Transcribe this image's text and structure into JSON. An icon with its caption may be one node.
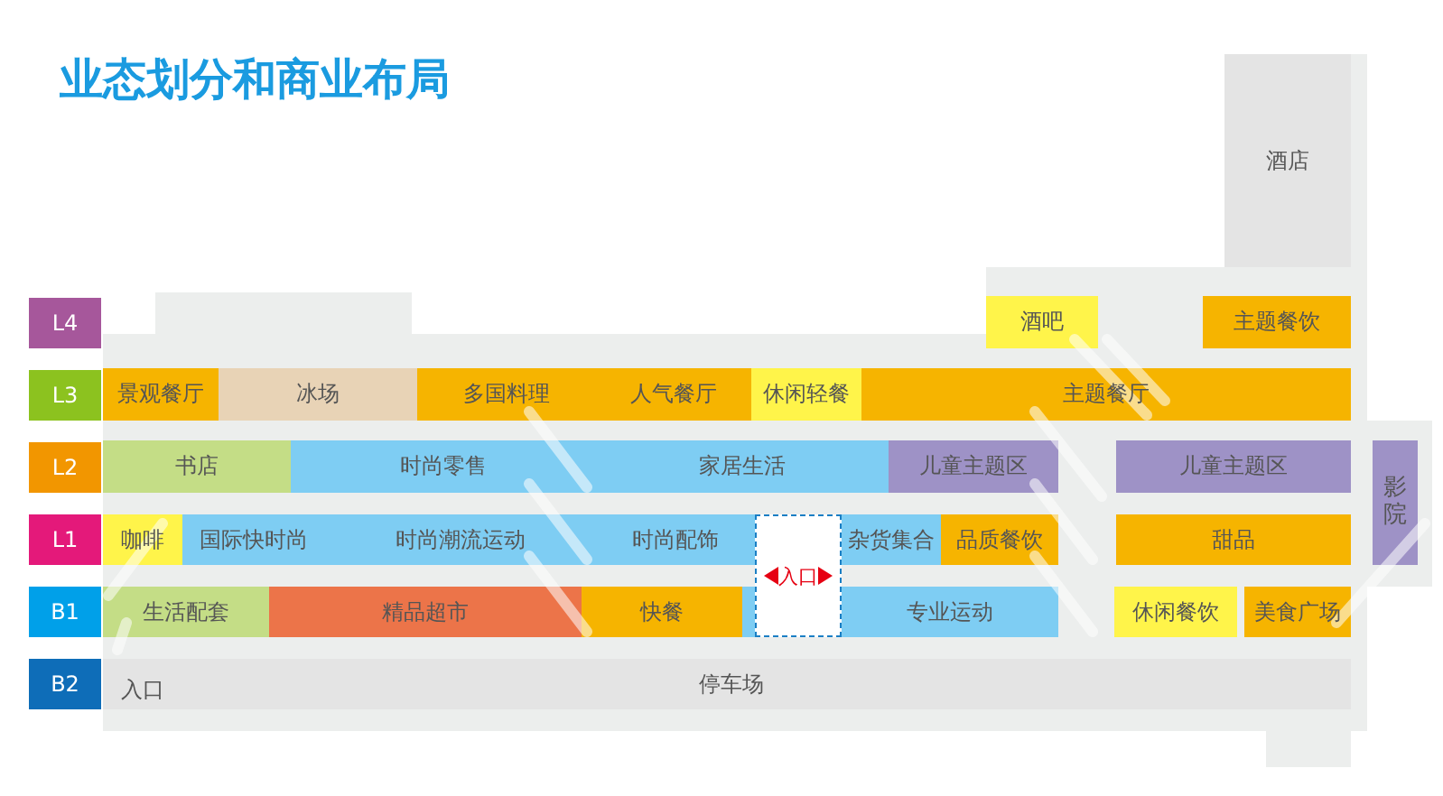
{
  "diagram": {
    "title": "业态划分和商业布局",
    "nodes": [
      {
        "text": [
          "酒店"
        ]
      },
      {
        "text": [
          "L4"
        ]
      },
      {
        "text": [
          "酒吧"
        ]
      },
      {
        "text": [
          "主题餐饮"
        ]
      },
      {
        "text": [
          "L3"
        ]
      },
      {
        "text": [
          "景观餐厅"
        ]
      },
      {
        "text": [
          "冰场"
        ]
      },
      {
        "text": [
          "多国料理"
        ]
      },
      {
        "text": [
          "人气餐厅"
        ]
      },
      {
        "text": [
          "休闲轻餐"
        ]
      },
      {
        "text": [
          "主题餐厅"
        ]
      },
      {
        "text": [
          "L2"
        ]
      },
      {
        "text": [
          "书店"
        ]
      },
      {
        "text": [
          "时尚零售"
        ]
      },
      {
        "text": [
          "家居生活"
        ]
      },
      {
        "text": [
          "儿童主题区"
        ]
      },
      {
        "text": [
          "儿童主题区"
        ]
      },
      {
        "text": [
          "影院"
        ]
      },
      {
        "text": [
          "L1"
        ]
      },
      {
        "text": [
          "咖啡"
        ]
      },
      {
        "text": [
          "国际快时尚"
        ]
      },
      {
        "text": [
          "时尚潮流运动"
        ]
      },
      {
        "text": [
          "时尚配饰"
        ]
      },
      {
        "text": [
          "入口"
        ]
      },
      {
        "text": [
          "杂货集合"
        ]
      },
      {
        "text": [
          "品质餐饮"
        ]
      },
      {
        "text": [
          "甜品"
        ]
      },
      {
        "text": [
          "B1"
        ]
      },
      {
        "text": [
          "生活配套"
        ]
      },
      {
        "text": [
          "精品超市"
        ]
      },
      {
        "text": [
          "快餐"
        ]
      },
      {
        "text": [
          "专业运动"
        ]
      },
      {
        "text": [
          "休闲餐饮"
        ]
      },
      {
        "text": [
          "美食广场"
        ]
      },
      {
        "text": [
          "B2"
        ]
      },
      {
        "text": [
          "入口",
          "停车场"
        ]
      }
    ]
  }
}
